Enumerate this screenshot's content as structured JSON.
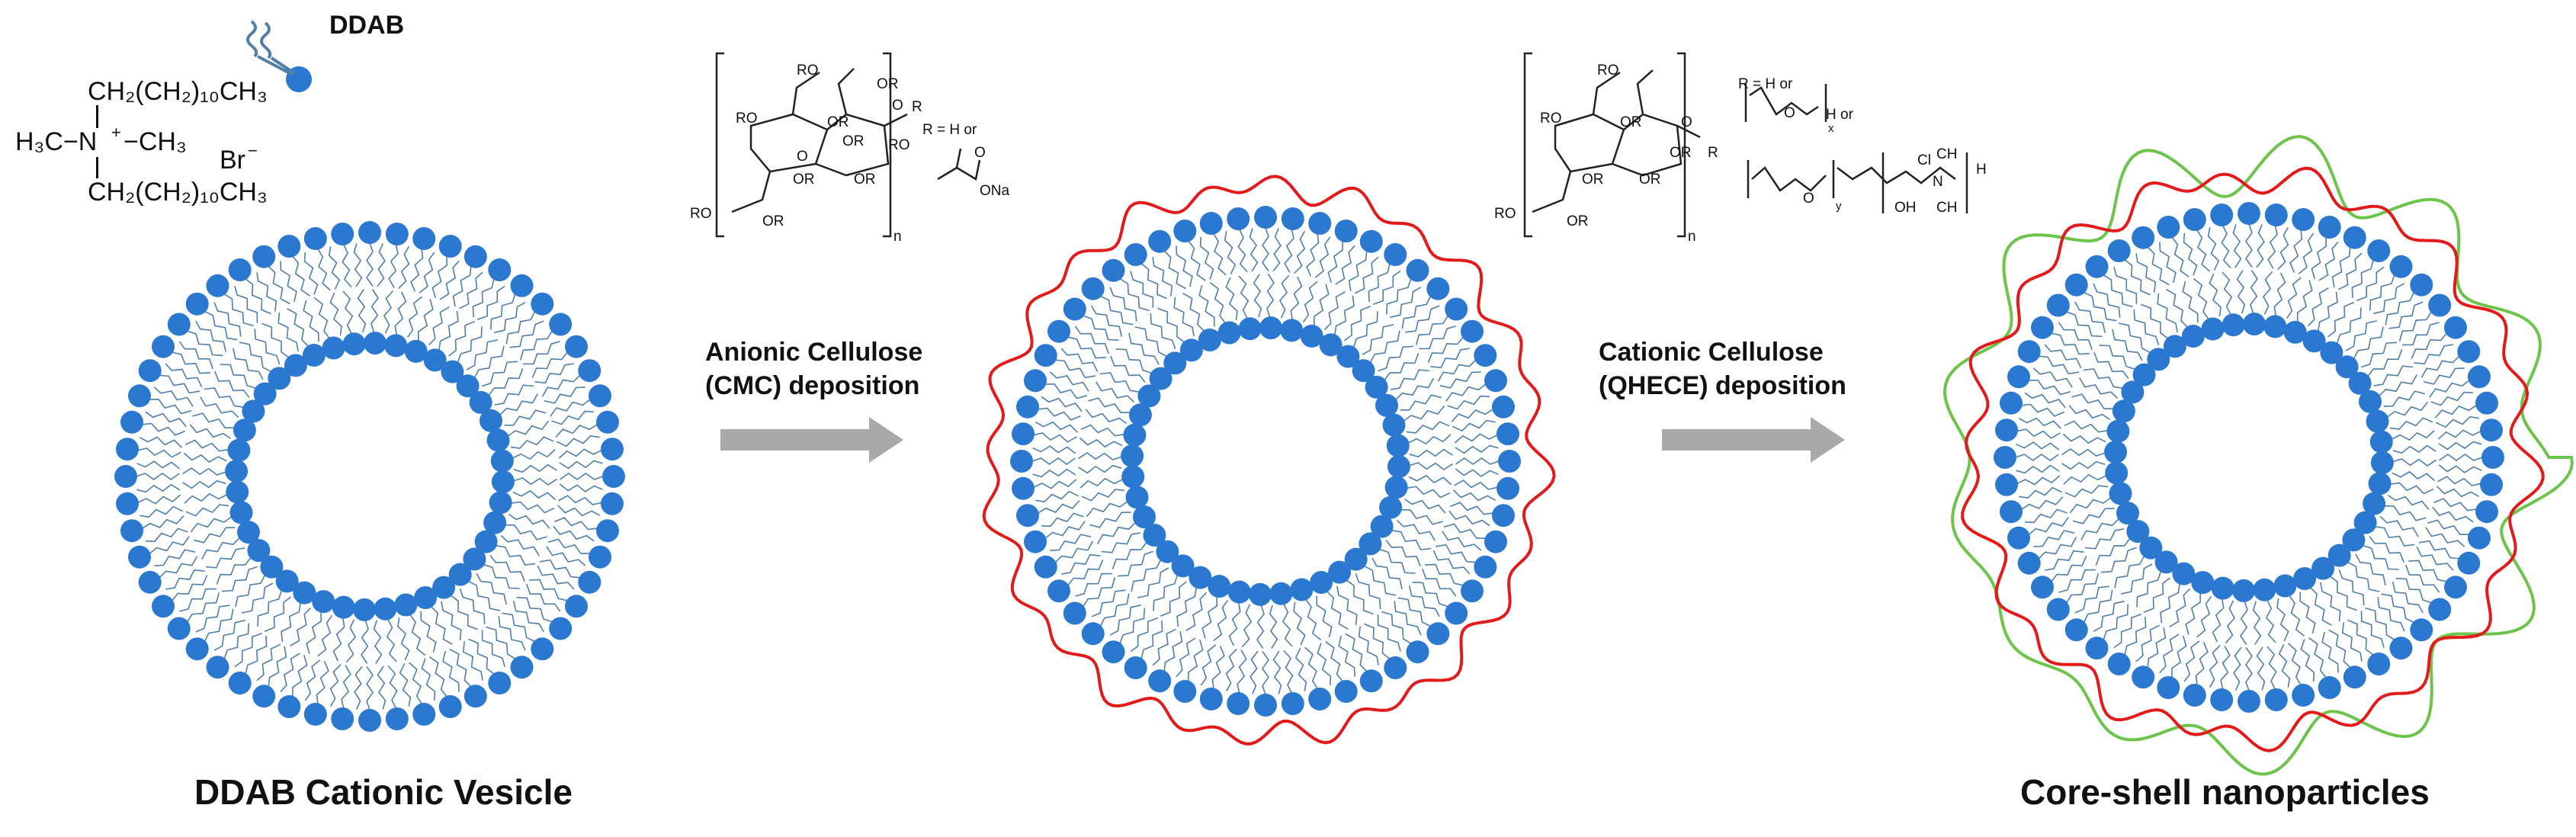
{
  "ddab_label": "DDAB",
  "ddab_formula": {
    "chain_top": "CH₂(CH₂)₁₀CH₃",
    "left_group": "H₃C−N",
    "n_charge": "+",
    "right_group": "−CH₃",
    "counter_ion": "Br",
    "counter_charge": "−",
    "chain_bottom": "CH₂(CH₂)₁₀CH₃"
  },
  "cmc_structure": {
    "labels": [
      "RO",
      "RO",
      "OR",
      "O",
      "R",
      "RO",
      "OR",
      "O",
      "OR",
      "OR",
      "RO",
      "OR",
      "OR",
      "n"
    ],
    "substituent": "R = H or",
    "group": "ONa",
    "carbonyl": "O"
  },
  "qhece_structure": {
    "labels": [
      "RO",
      "RO",
      "OR",
      "O",
      "R",
      "OR",
      "OR",
      "RO",
      "OR",
      "OR",
      "n"
    ],
    "substituent": "R = H or",
    "ether": "O",
    "ether_h": "H or",
    "x": "x",
    "y": "y",
    "oh": "OH",
    "cl": "Cl",
    "n_plus": "N",
    "h_end": "H",
    "methyl_top": "CH",
    "methyl_bottom": "CH"
  },
  "steps": [
    {
      "line1": "Anionic Cellulose",
      "line2": "(CMC) deposition"
    },
    {
      "line1": "Cationic Cellulose",
      "line2": "(QHECE) deposition"
    }
  ],
  "captions": {
    "left": "DDAB Cationic Vesicle",
    "right": "Core-shell nanoparticles"
  },
  "colors": {
    "lipid_head": "#2b78d0",
    "lipid_tail": "#4f7fa8",
    "cmc_layer": "#e21a1a",
    "qhece_layer": "#6cc44a",
    "arrow": "#a9a9a9"
  }
}
